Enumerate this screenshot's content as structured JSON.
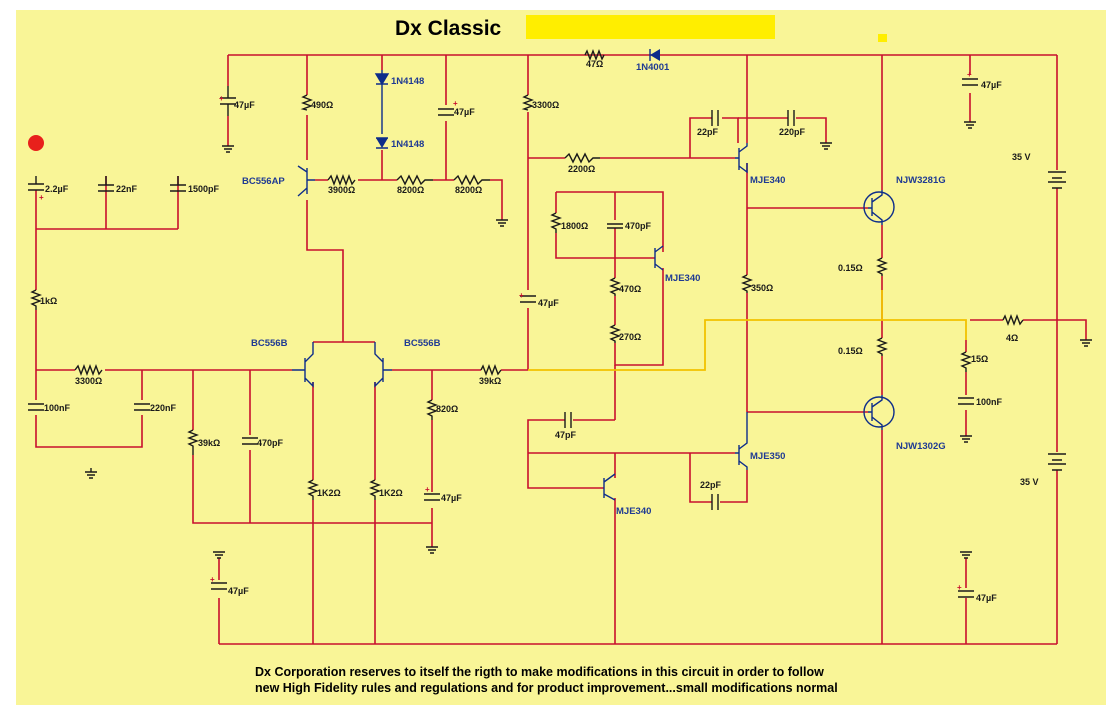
{
  "title": "Dx Classic",
  "footer": {
    "line1": "Dx Corporation reserves to itself the rigth to make modifications in this circuit in order to follow",
    "line2": "new High Fidelity rules and regulations and for  product improvement...small modifications normal"
  },
  "colors": {
    "background": "#f9f597",
    "wire": "#c8102e",
    "feedback_wire": "#f2c200",
    "title_highlight": "#ffee00",
    "transistor": "#0d2d8a",
    "input_dot": "#e8201c"
  },
  "icons": {
    "input": "red-dot-icon",
    "ground": "ground-icon",
    "supply": "battery-icon"
  },
  "supplies": {
    "positive": "35 V",
    "negative": "35 V"
  },
  "transistors": {
    "q_bc556ap": "BC556AP",
    "q_bc556b_left": "BC556B",
    "q_bc556b_right": "BC556B",
    "q_mje340_top": "MJE340",
    "q_mje340_vbe": "MJE340",
    "q_mje340_vas": "MJE340",
    "q_mje350": "MJE350",
    "q_njw3281g": "NJW3281G",
    "q_njw1302g": "NJW1302G"
  },
  "diodes": {
    "d1": "1N4148",
    "d2": "1N4148",
    "d3": "1N4001"
  },
  "resistors": {
    "r_47": "47Ω",
    "r_490": "490Ω",
    "r_3900": "3900Ω",
    "r_8200a": "8200Ω",
    "r_8200b": "8200Ω",
    "r_3300_top": "3300Ω",
    "r_2200": "2200Ω",
    "r_1800": "1800Ω",
    "r_470": "470Ω",
    "r_270": "270Ω",
    "r_350": "350Ω",
    "r_015_top": "0.15Ω",
    "r_015_bot": "0.15Ω",
    "r_4": "4Ω",
    "r_15": "15Ω",
    "r_1k": "1kΩ",
    "r_3300_in": "3300Ω",
    "r_39k_sh": "39kΩ",
    "r_1k2_a": "1K2Ω",
    "r_1k2_b": "1K2Ω",
    "r_820": "820Ω",
    "r_39k_fb": "39kΩ"
  },
  "capacitors": {
    "c_47_topleft": "47µF",
    "c_47_diode": "47µF",
    "c_47_topright": "47µF",
    "c_22p_a": "22pF",
    "c_220p": "220pF",
    "c_470p_vbe": "470pF",
    "c_47_mid": "47µF",
    "c_2u2": "2.2µF",
    "c_22n": "22nF",
    "c_1500p": "1500pF",
    "c_100n_in": "100nF",
    "c_220n": "220nF",
    "c_470p_in": "470pF",
    "c_47_fb": "47µF",
    "c_47p_miller": "47pF",
    "c_22p_b": "22pF",
    "c_100n_zob": "100nF",
    "c_47_botleft": "47µF",
    "c_47_botright": "47µF"
  }
}
